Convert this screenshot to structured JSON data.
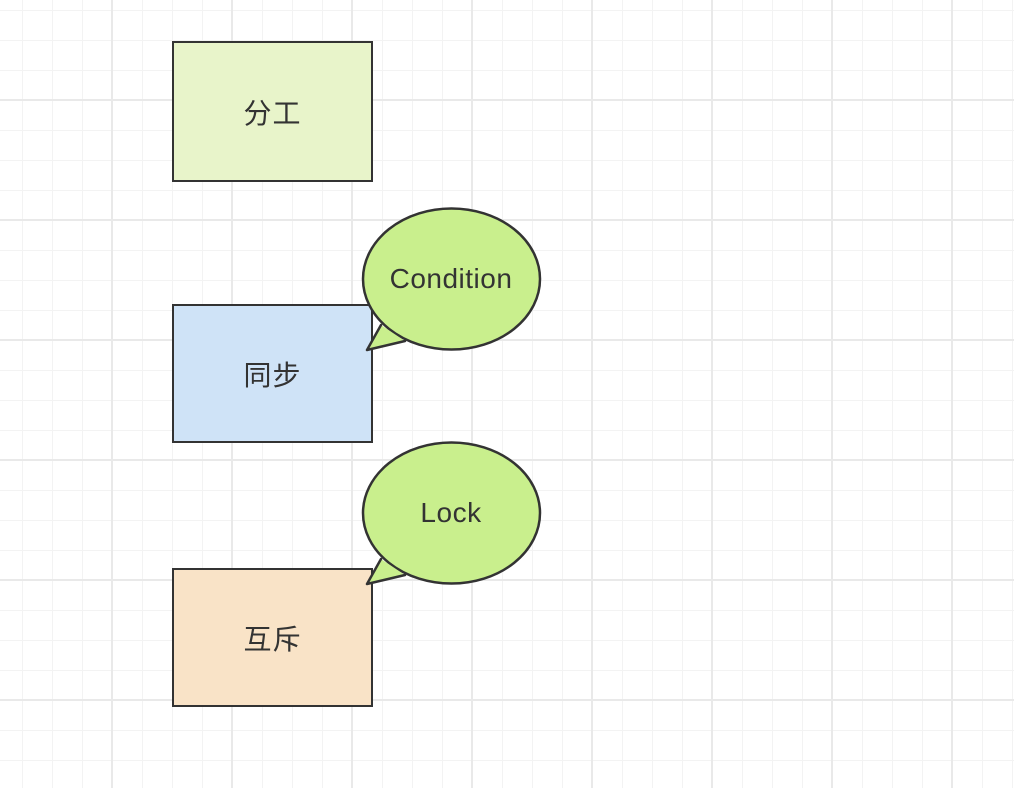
{
  "diagram": {
    "nodes": [
      {
        "label": "分工",
        "fill": "#e8f4ca",
        "border": "#333333"
      },
      {
        "label": "同步",
        "fill": "#cfe3f7",
        "border": "#333333"
      },
      {
        "label": "互斥",
        "fill": "#f9e3c7",
        "border": "#333333"
      }
    ],
    "callouts": [
      {
        "label": "Condition",
        "fill": "#c9ef8d",
        "border": "#333333",
        "attached_to": "同步"
      },
      {
        "label": "Lock",
        "fill": "#c9ef8d",
        "border": "#333333",
        "attached_to": "互斥"
      }
    ],
    "text_color": "#333333",
    "grid": {
      "background": "#ffffff",
      "minor_color": "#f3f3f3",
      "major_color": "#e9e9e9"
    }
  }
}
